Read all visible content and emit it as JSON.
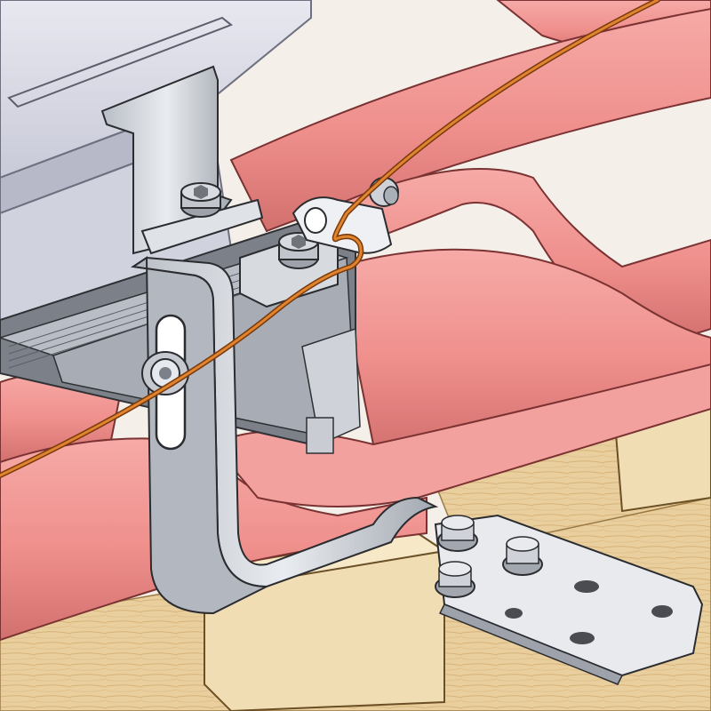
{
  "scene": {
    "description_visible_text": "",
    "colors": {
      "tile": "#ee8d8b",
      "tile_light": "#f6a9a6",
      "tile_shadow": "#cf6f6d",
      "tile_edge": "#7a3232",
      "wood": "#e8cc9a",
      "wood_dark": "#cfa96a",
      "metal": "#c9cdd3",
      "metal_light": "#e6e9ee",
      "metal_dark": "#8e949c",
      "panel": "#dcdde8",
      "wire": "#d86e1c",
      "outline": "#3a3a3a"
    },
    "icons": [
      "solar-panel-frame",
      "roof-hook-bracket",
      "mounting-rail",
      "clamp",
      "ground-wire",
      "roof-tile",
      "roof-batten"
    ]
  }
}
